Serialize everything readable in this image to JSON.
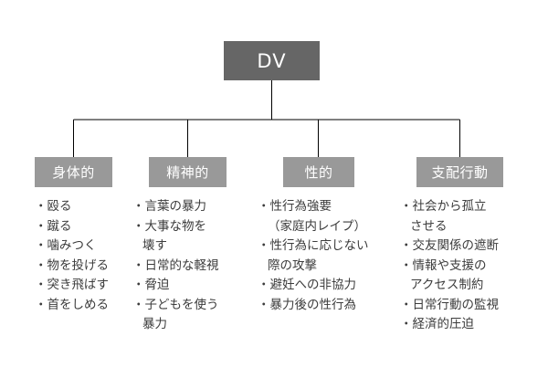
{
  "diagram": {
    "title": "DV",
    "root": {
      "label": "DV",
      "color": "#666666",
      "text_color": "#ffffff"
    },
    "category_color": "#999999",
    "category_text_color": "#ffffff",
    "line_color": "#000000",
    "bullet": "・",
    "branches": [
      {
        "label": "身体的",
        "items": [
          {
            "lines": [
              "殴る"
            ]
          },
          {
            "lines": [
              "蹴る"
            ]
          },
          {
            "lines": [
              "噛みつく"
            ]
          },
          {
            "lines": [
              "物を投げる"
            ]
          },
          {
            "lines": [
              "突き飛ばす"
            ]
          },
          {
            "lines": [
              "首をしめる"
            ]
          }
        ]
      },
      {
        "label": "精神的",
        "items": [
          {
            "lines": [
              "言葉の暴力"
            ]
          },
          {
            "lines": [
              "大事な物を",
              "壊す"
            ]
          },
          {
            "lines": [
              "日常的な軽視"
            ]
          },
          {
            "lines": [
              "脅迫"
            ]
          },
          {
            "lines": [
              "子どもを使う",
              "暴力"
            ]
          }
        ]
      },
      {
        "label": "性的",
        "items": [
          {
            "lines": [
              "性行為強要",
              "（家庭内レイプ）"
            ]
          },
          {
            "lines": [
              "性行為に応じない",
              "際の攻撃"
            ]
          },
          {
            "lines": [
              "避妊への非協力"
            ]
          },
          {
            "lines": [
              "暴力後の性行為"
            ]
          }
        ]
      },
      {
        "label": "支配行動",
        "items": [
          {
            "lines": [
              "社会から孤立",
              "させる"
            ]
          },
          {
            "lines": [
              "交友関係の遮断"
            ]
          },
          {
            "lines": [
              "情報や支援の",
              "アクセス制約"
            ]
          },
          {
            "lines": [
              "日常行動の監視"
            ]
          },
          {
            "lines": [
              "経済的圧迫"
            ]
          }
        ]
      }
    ]
  }
}
